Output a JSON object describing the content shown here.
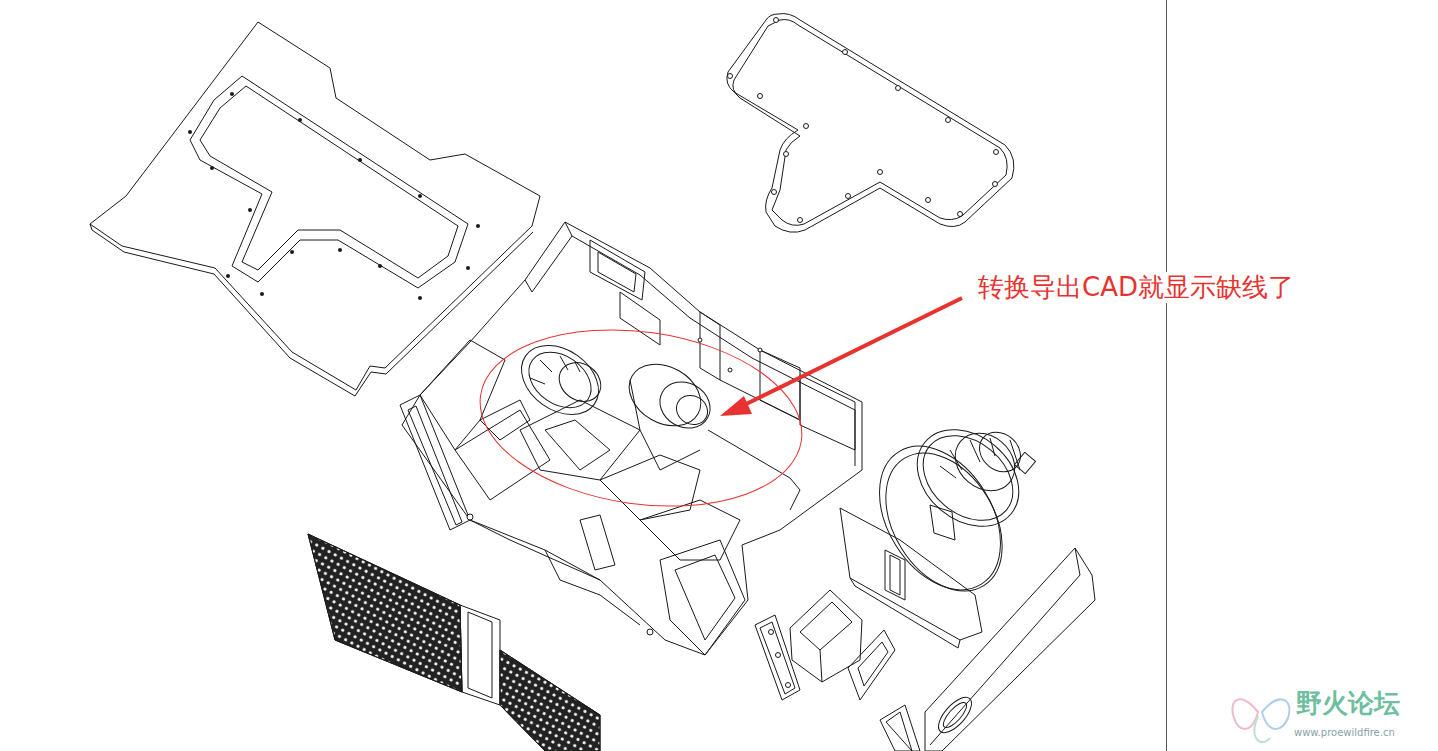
{
  "diagram": {
    "labels": [
      "转换导出CAD就显示缺线了",
      "野火论坛",
      "www.proewildfire.cn"
    ]
  }
}
